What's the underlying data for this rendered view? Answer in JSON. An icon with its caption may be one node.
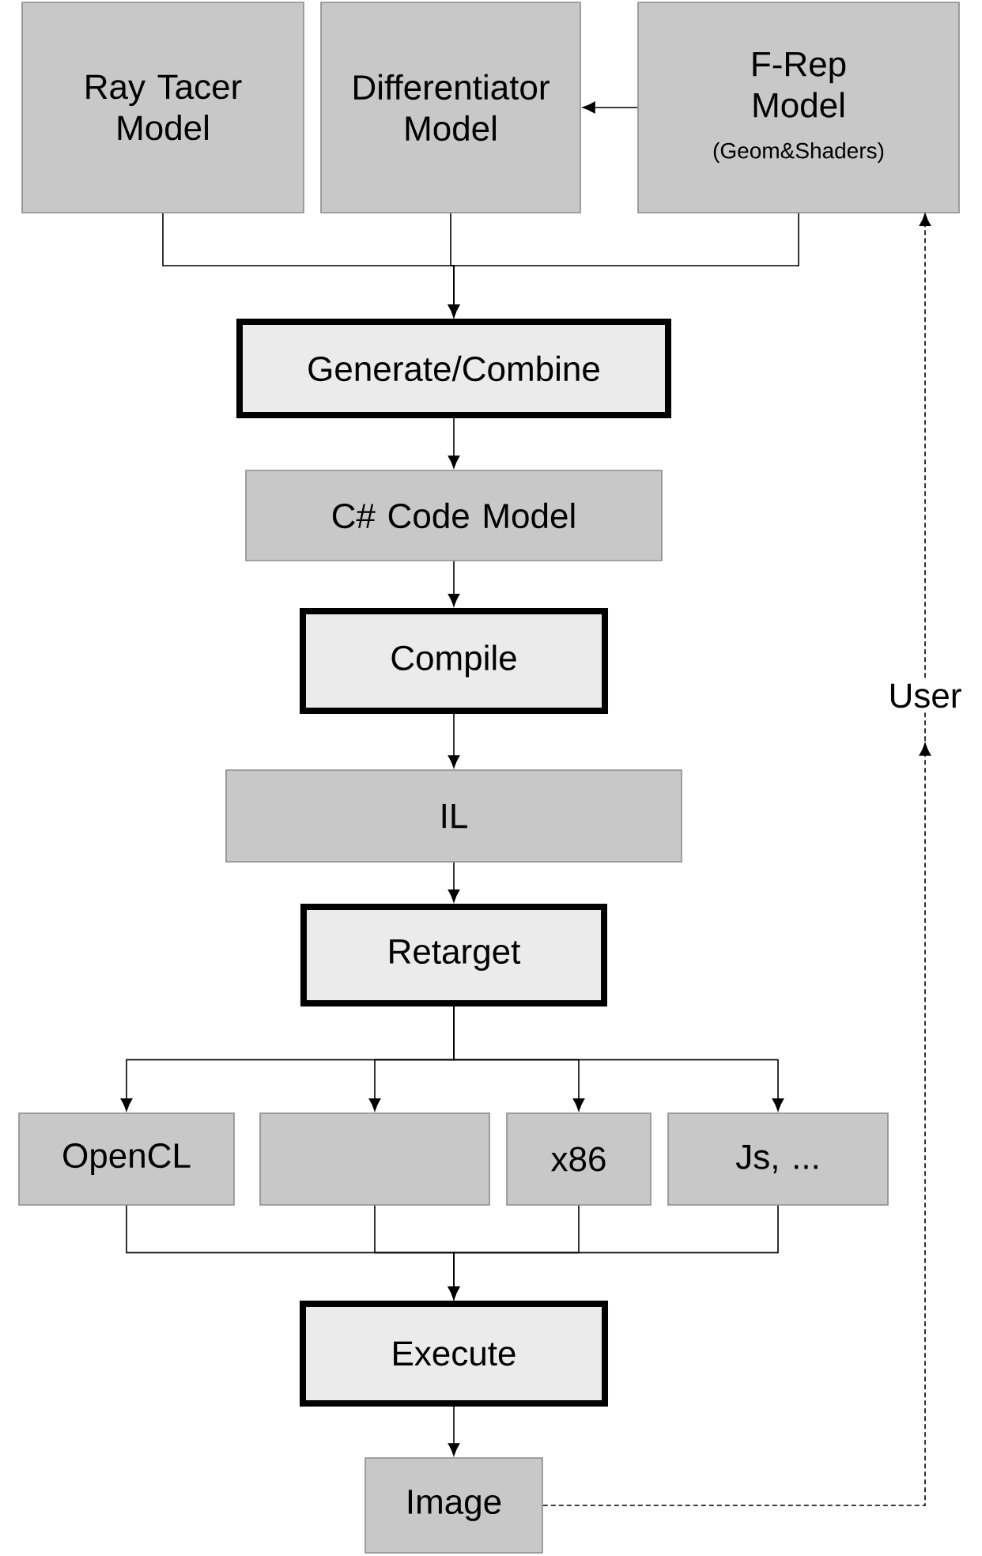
{
  "diagram": {
    "nodes": [
      {
        "text": [
          "Ray Tacer Model"
        ]
      },
      {
        "text": [
          "Differentiator Model"
        ]
      },
      {
        "text": [
          "F-Rep Model",
          "(Geom&Shaders)"
        ]
      },
      {
        "text": [
          "Generate/Combine"
        ]
      },
      {
        "text": [
          "C# Code Model"
        ]
      },
      {
        "text": [
          "Compile"
        ]
      },
      {
        "text": [
          "IL"
        ]
      },
      {
        "text": [
          "Retarget"
        ]
      },
      {
        "text": [
          "OpenCL"
        ]
      },
      {
        "text": [],
        "shape": "box"
      },
      {
        "text": [
          "x86"
        ]
      },
      {
        "text": [
          "Js, ..."
        ]
      },
      {
        "text": [
          "Execute"
        ]
      },
      {
        "text": [
          "Image"
        ]
      }
    ],
    "edges": [
      {
        "from": 2,
        "to": 1,
        "arrow": "to"
      },
      {
        "from": 0,
        "to": 3,
        "arrow": "to"
      },
      {
        "from": 1,
        "to": 3,
        "arrow": "to"
      },
      {
        "from": 2,
        "to": 3,
        "arrow": "to"
      },
      {
        "from": 3,
        "to": 4,
        "arrow": "to"
      },
      {
        "from": 4,
        "to": 5,
        "arrow": "to"
      },
      {
        "from": 5,
        "to": 6,
        "arrow": "to"
      },
      {
        "from": 6,
        "to": 7,
        "arrow": "to"
      },
      {
        "from": 7,
        "to": 8,
        "arrow": "to"
      },
      {
        "from": 7,
        "to": 9,
        "arrow": "to"
      },
      {
        "from": 7,
        "to": 10,
        "arrow": "to"
      },
      {
        "from": 7,
        "to": 11,
        "arrow": "to"
      },
      {
        "from": 8,
        "to": 12,
        "arrow": "to"
      },
      {
        "from": 9,
        "to": 12,
        "arrow": "to"
      },
      {
        "from": 10,
        "to": 12,
        "arrow": "to"
      },
      {
        "from": 11,
        "to": 12,
        "arrow": "to"
      },
      {
        "from": 12,
        "to": 13,
        "arrow": "to"
      },
      {
        "from": 13,
        "to": 2,
        "arrow": "to",
        "style": "dashed",
        "label": "User"
      }
    ]
  }
}
